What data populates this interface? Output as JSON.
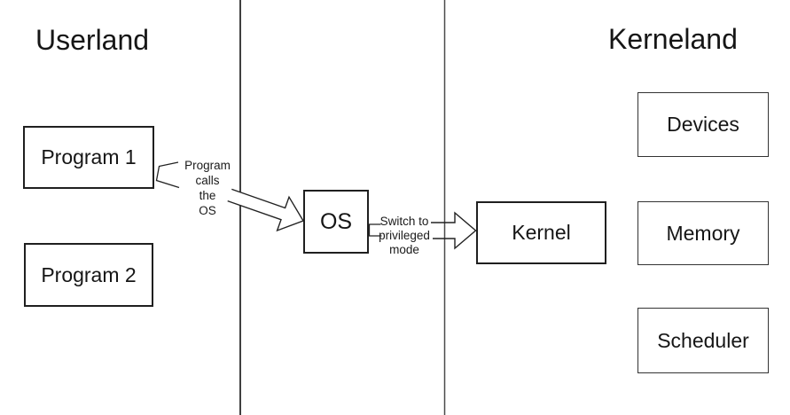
{
  "diagram": {
    "colors": {
      "background": "#ffffff",
      "ink": "#1f1f1f"
    },
    "regions": {
      "left_title": "Userland",
      "right_title": "Kerneland"
    },
    "boxes": {
      "program1": {
        "label": "Program 1"
      },
      "program2": {
        "label": "Program 2"
      },
      "os": {
        "label": "OS"
      },
      "kernel": {
        "label": "Kernel"
      },
      "devices": {
        "label": "Devices"
      },
      "memory": {
        "label": "Memory"
      },
      "scheduler": {
        "label": "Scheduler"
      }
    },
    "annotations": {
      "call": "Program\ncalls\nthe\nOS",
      "switch": "Switch to\nprivileged\nmode"
    }
  }
}
